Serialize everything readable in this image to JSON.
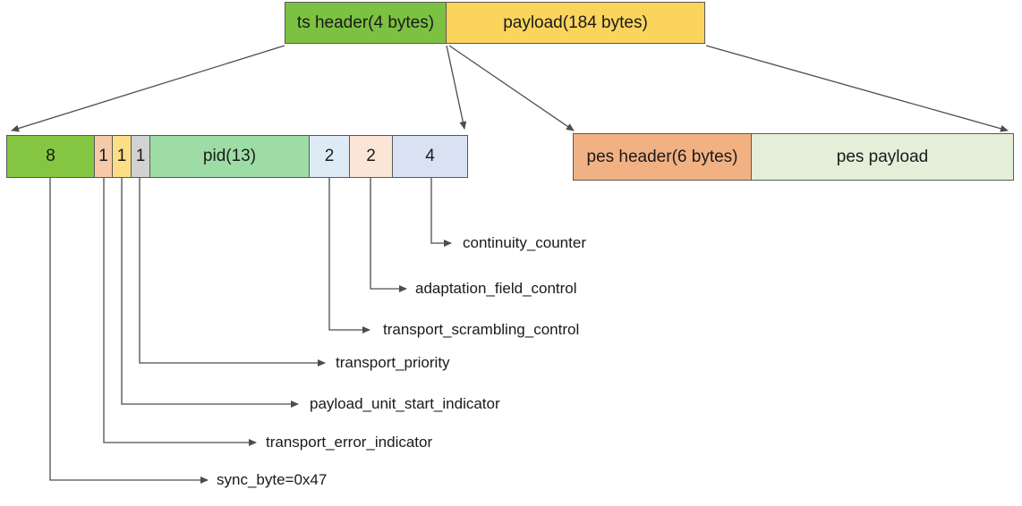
{
  "top_row": {
    "ts_header": "ts header(4 bytes)",
    "payload": "payload(184 bytes)"
  },
  "header_fields": [
    {
      "label": "8",
      "color": "#84C542"
    },
    {
      "label": "1",
      "color": "#F6C9A8"
    },
    {
      "label": "1",
      "color": "#FBDE86"
    },
    {
      "label": "1",
      "color": "#D2D2D2"
    },
    {
      "label": "pid(13)",
      "color": "#9EDCA6"
    },
    {
      "label": "2",
      "color": "#DEEBF7"
    },
    {
      "label": "2",
      "color": "#FBE5D6"
    },
    {
      "label": "4",
      "color": "#D9E2F3"
    }
  ],
  "pes_row": {
    "header": {
      "label": "pes header(6 bytes)",
      "color": "#F2B183"
    },
    "payload": {
      "label": "pes payload",
      "color": "#E3EFD9"
    }
  },
  "annotations": [
    "continuity_counter",
    "adaptation_field_control",
    "transport_scrambling_control",
    "transport_priority",
    "payload_unit_start_indicator",
    "transport_error_indicator",
    "sync_byte=0x47"
  ],
  "colors": {
    "ts_header_fill": "#7CC142",
    "payload_fill": "#FBD45E",
    "connector_line": "#4D4D4D",
    "box_border": "#595959",
    "text": "#1A1A1A"
  }
}
